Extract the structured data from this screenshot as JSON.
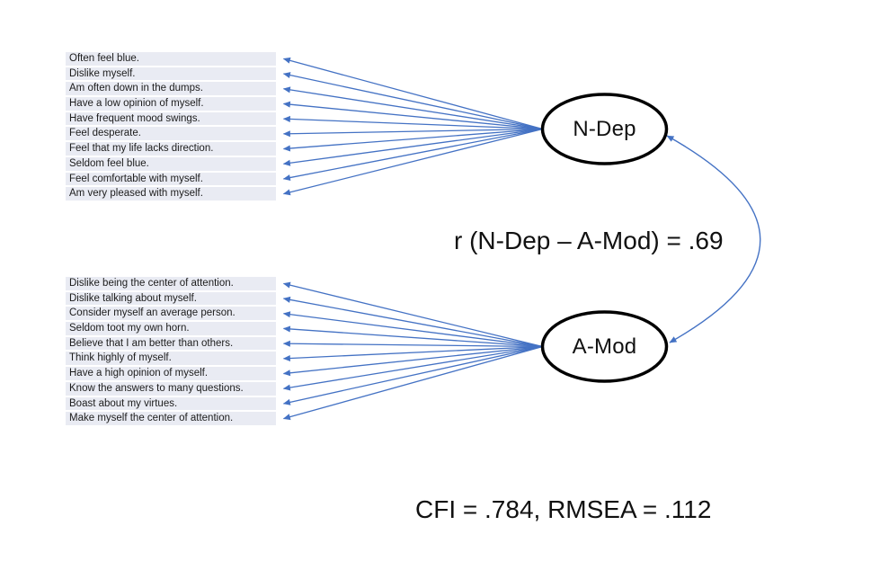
{
  "diagram": {
    "factors": [
      {
        "label": "N-Dep",
        "items": [
          "Often feel blue.",
          "Dislike myself.",
          "Am often down in the dumps.",
          "Have a low opinion of myself.",
          "Have frequent mood swings.",
          "Feel desperate.",
          "Feel that my life lacks direction.",
          "Seldom feel blue.",
          "Feel comfortable with myself.",
          "Am very pleased with myself."
        ]
      },
      {
        "label": "A-Mod",
        "items": [
          "Dislike being the center of attention.",
          "Dislike talking about myself.",
          "Consider myself an average person.",
          "Seldom toot my own horn.",
          "Believe that I am better than others.",
          "Think highly of myself.",
          "Have a high opinion of myself.",
          "Know the answers to many questions.",
          "Boast about my virtues.",
          "Make myself the center of attention."
        ]
      }
    ],
    "correlation_label": "r (N-Dep – A-Mod) = .69",
    "fit_label": "CFI = .784, RMSEA = .112",
    "colors": {
      "arrow": "#4472C4",
      "row_bg": "#E9EBF3",
      "ellipse_stroke": "#000000"
    }
  }
}
